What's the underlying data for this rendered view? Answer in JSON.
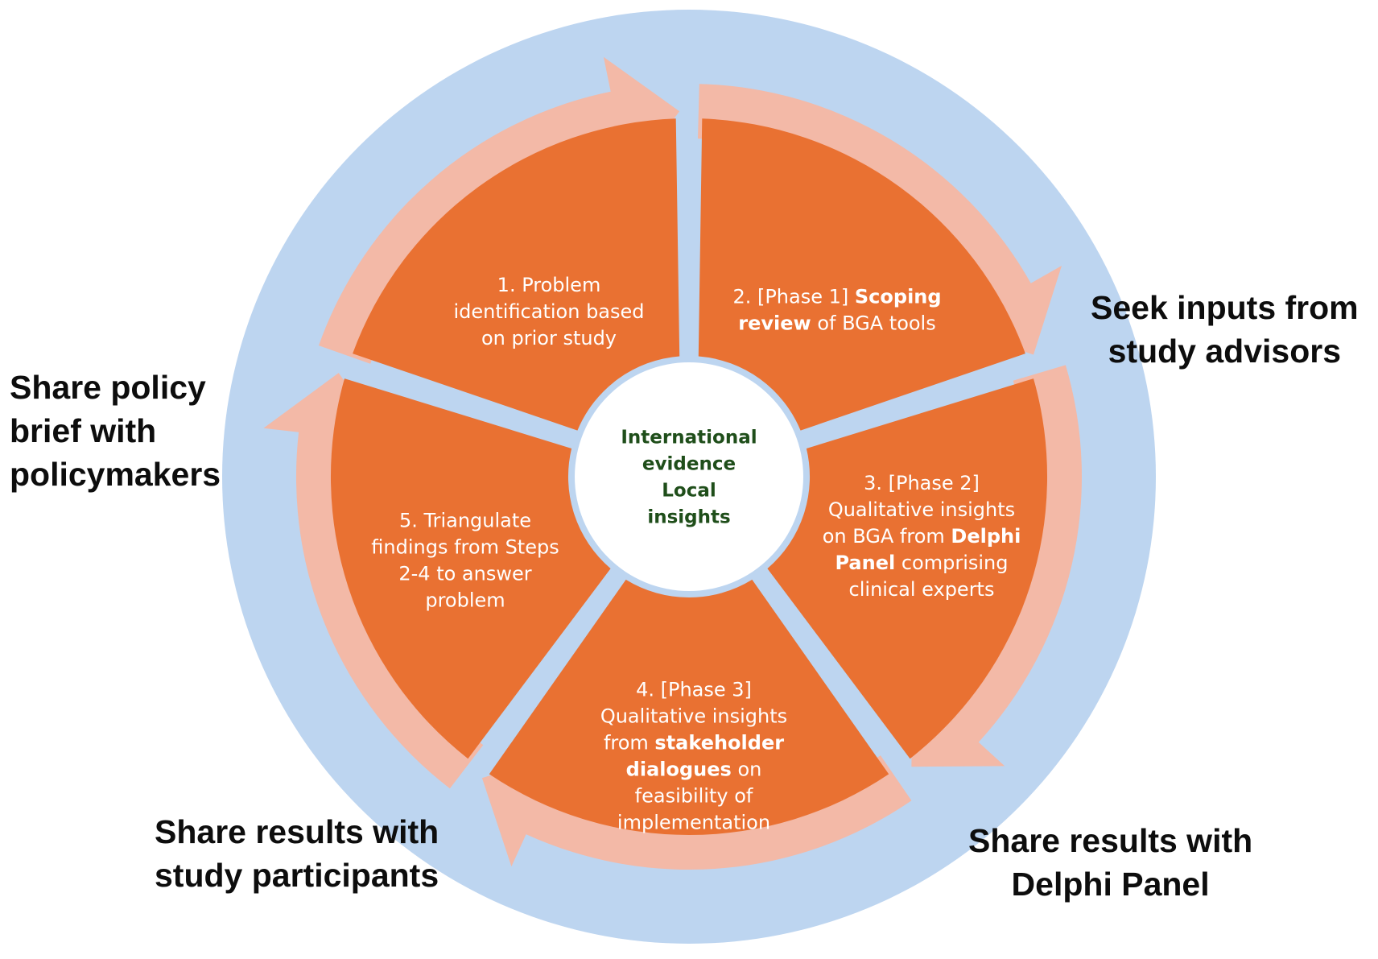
{
  "colors": {
    "outer_ring": "#bdd5f0",
    "segment": "#e97132",
    "arrow": "#f3b9a7",
    "center": "#ffffff",
    "center_text": "#1f4e1a",
    "outer_text": "#0d0d0d"
  },
  "center": {
    "lines": [
      "International",
      "evidence",
      "Local",
      "insights"
    ]
  },
  "steps": [
    {
      "id": 1,
      "lines": [
        [
          {
            "t": "1. Problem",
            "b": false
          }
        ],
        [
          {
            "t": "identification based",
            "b": false
          }
        ],
        [
          {
            "t": "on prior study",
            "b": false
          }
        ]
      ]
    },
    {
      "id": 2,
      "lines": [
        [
          {
            "t": "2. [Phase 1] ",
            "b": false
          },
          {
            "t": "Scoping",
            "b": true
          }
        ],
        [
          {
            "t": "review",
            "b": true
          },
          {
            "t": " of BGA tools",
            "b": false
          }
        ]
      ]
    },
    {
      "id": 3,
      "lines": [
        [
          {
            "t": "3. [Phase 2]",
            "b": false
          }
        ],
        [
          {
            "t": "Qualitative insights",
            "b": false
          }
        ],
        [
          {
            "t": "on BGA from ",
            "b": false
          },
          {
            "t": "Delphi",
            "b": true
          }
        ],
        [
          {
            "t": "Panel",
            "b": true
          },
          {
            "t": " comprising",
            "b": false
          }
        ],
        [
          {
            "t": "clinical experts",
            "b": false
          }
        ]
      ]
    },
    {
      "id": 4,
      "lines": [
        [
          {
            "t": "4. [Phase 3]",
            "b": false
          }
        ],
        [
          {
            "t": "Qualitative insights",
            "b": false
          }
        ],
        [
          {
            "t": "from ",
            "b": false
          },
          {
            "t": "stakeholder",
            "b": true
          }
        ],
        [
          {
            "t": "dialogues",
            "b": true
          },
          {
            "t": " on",
            "b": false
          }
        ],
        [
          {
            "t": "feasibility of",
            "b": false
          }
        ],
        [
          {
            "t": "implementation",
            "b": false
          }
        ]
      ]
    },
    {
      "id": 5,
      "lines": [
        [
          {
            "t": "5.  Triangulate",
            "b": false
          }
        ],
        [
          {
            "t": "findings from Steps",
            "b": false
          }
        ],
        [
          {
            "t": "2-4 to answer",
            "b": false
          }
        ],
        [
          {
            "t": "problem",
            "b": false
          }
        ]
      ]
    }
  ],
  "outer_labels": {
    "advisors": [
      "Seek inputs from",
      "study advisors"
    ],
    "delphi": [
      "Share results with",
      "Delphi Panel"
    ],
    "participants": [
      "Share results with",
      "study participants"
    ],
    "policymakers": [
      "Share policy",
      "brief with",
      "policymakers"
    ]
  }
}
